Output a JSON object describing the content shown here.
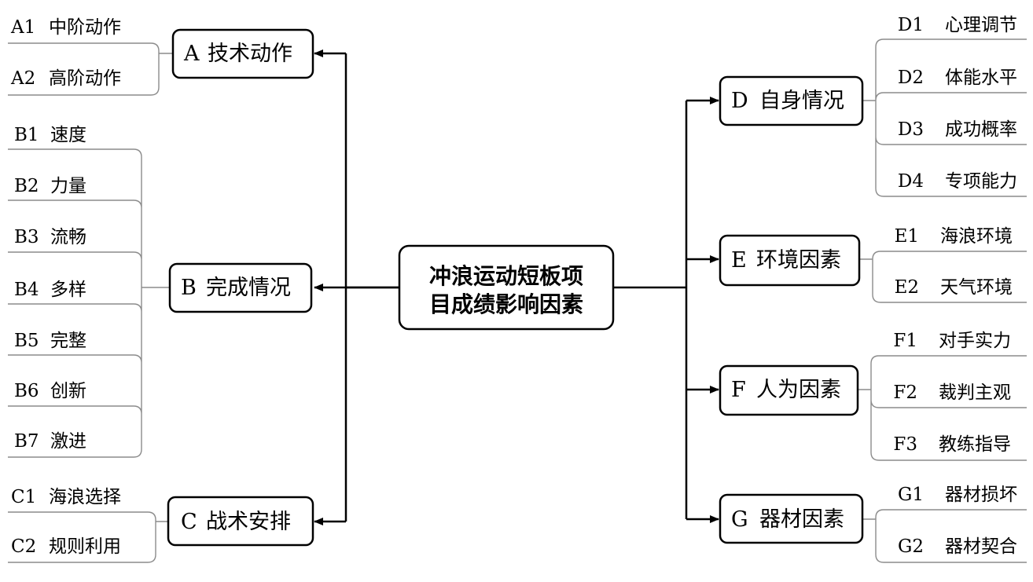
{
  "root": {
    "line1": "冲浪运动短板项",
    "line2": "目成绩影响因素"
  },
  "categories": {
    "A": {
      "code": "A",
      "label": "技术动作",
      "items": [
        {
          "code": "A1",
          "label": "中阶动作"
        },
        {
          "code": "A2",
          "label": "高阶动作"
        }
      ]
    },
    "B": {
      "code": "B",
      "label": "完成情况",
      "items": [
        {
          "code": "B1",
          "label": "速度"
        },
        {
          "code": "B2",
          "label": "力量"
        },
        {
          "code": "B3",
          "label": "流畅"
        },
        {
          "code": "B4",
          "label": "多样"
        },
        {
          "code": "B5",
          "label": "完整"
        },
        {
          "code": "B6",
          "label": "创新"
        },
        {
          "code": "B7",
          "label": "激进"
        }
      ]
    },
    "C": {
      "code": "C",
      "label": "战术安排",
      "items": [
        {
          "code": "C1",
          "label": "海浪选择"
        },
        {
          "code": "C2",
          "label": "规则利用"
        }
      ]
    },
    "D": {
      "code": "D",
      "label": "自身情况",
      "items": [
        {
          "code": "D1",
          "label": "心理调节"
        },
        {
          "code": "D2",
          "label": "体能水平"
        },
        {
          "code": "D3",
          "label": "成功概率"
        },
        {
          "code": "D4",
          "label": "专项能力"
        }
      ]
    },
    "E": {
      "code": "E",
      "label": "环境因素",
      "items": [
        {
          "code": "E1",
          "label": "海浪环境"
        },
        {
          "code": "E2",
          "label": "天气环境"
        }
      ]
    },
    "F": {
      "code": "F",
      "label": "人为因素",
      "items": [
        {
          "code": "F1",
          "label": "对手实力"
        },
        {
          "code": "F2",
          "label": "裁判主观"
        },
        {
          "code": "F3",
          "label": "教练指导"
        }
      ]
    },
    "G": {
      "code": "G",
      "label": "器材因素",
      "items": [
        {
          "code": "G1",
          "label": "器材损坏"
        },
        {
          "code": "G2",
          "label": "器材契合"
        }
      ]
    }
  }
}
